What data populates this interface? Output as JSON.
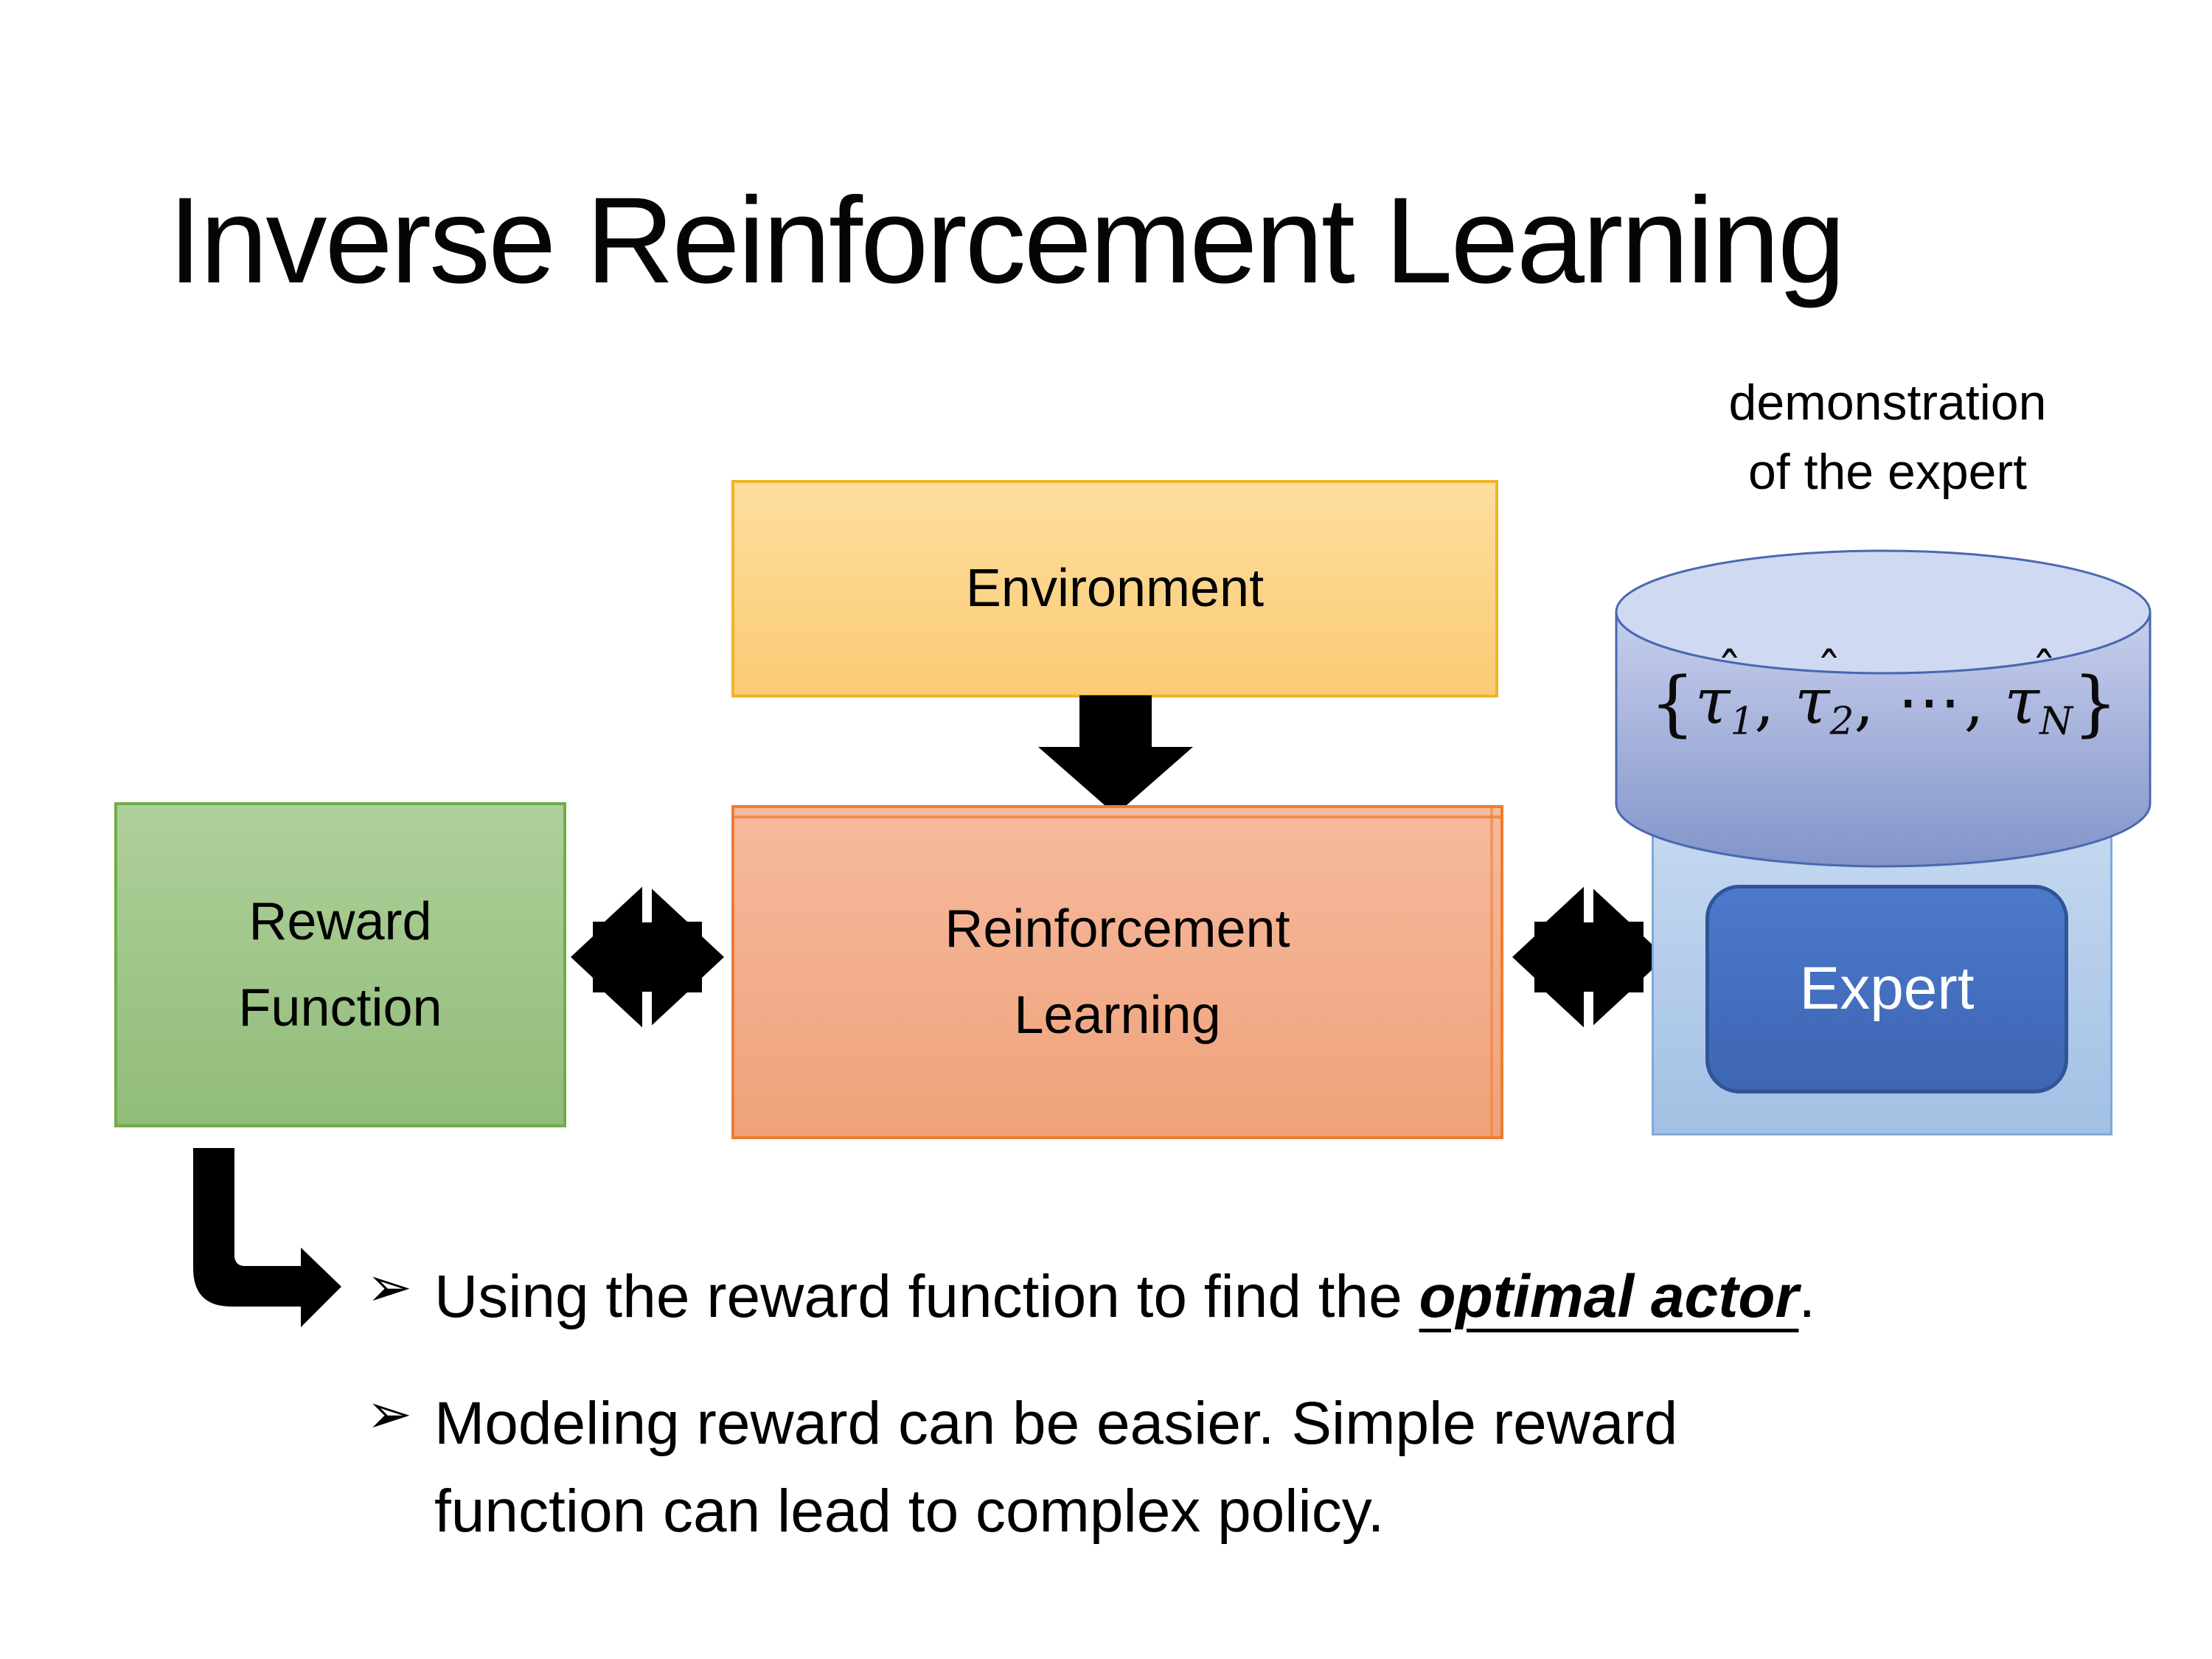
{
  "slide": {
    "title": "Inverse Reinforcement Learning",
    "demonstration_label": {
      "line1": "demonstration",
      "line2": "of the expert"
    },
    "boxes": {
      "environment": {
        "label": "Environment"
      },
      "reward": {
        "line1": "Reward",
        "line2": "Function"
      },
      "reinforcement_learning": {
        "line1": "Reinforcement",
        "line2": "Learning"
      },
      "expert": {
        "label": "Expert"
      }
    },
    "formula": {
      "open": "{",
      "close": "}",
      "separator": ", ",
      "entries": [
        {
          "base": "τ",
          "hat": "ˆ",
          "sub": "1"
        },
        {
          "base": "τ",
          "hat": "ˆ",
          "sub": "2"
        },
        {
          "base": "⋯"
        },
        {
          "base": "τ",
          "hat": "ˆ",
          "sub": "N"
        }
      ]
    },
    "bullets": [
      {
        "marker": "➢",
        "pre": "Using the reward function to find the ",
        "emphasis": "optimal actor",
        "post": "."
      },
      {
        "marker": "➢",
        "lines": [
          "Modeling reward can be easier. Simple reward",
          "function can lead to complex policy."
        ]
      }
    ],
    "colors": {
      "environment_fill_top": "#FDDE9E",
      "environment_fill_bottom": "#FBCB74",
      "environment_border": "#F0B428",
      "reward_fill_top": "#AED09A",
      "reward_fill_bottom": "#92BC7A",
      "reward_border": "#70AD47",
      "rl_fill_top": "#F6BA9E",
      "rl_fill_bottom": "#EFA27A",
      "rl_border": "#ED7D31",
      "expert_bg_fill_top": "#C6D9F0",
      "expert_bg_fill_bottom": "#A2C0E4",
      "expert_bg_border": "#7FA9D8",
      "cylinder_fill_top": "#C6CFEC",
      "cylinder_fill_bottom": "#8394CA",
      "cylinder_top_fill": "#CFD9F2",
      "cylinder_border": "#4A68B0",
      "expert_fill": "#4C79CB",
      "expert_fill_bottom": "#3D66B3",
      "expert_border": "#2F5597",
      "expert_text": "#FFFFFF",
      "arrow_color": "#000000"
    }
  }
}
